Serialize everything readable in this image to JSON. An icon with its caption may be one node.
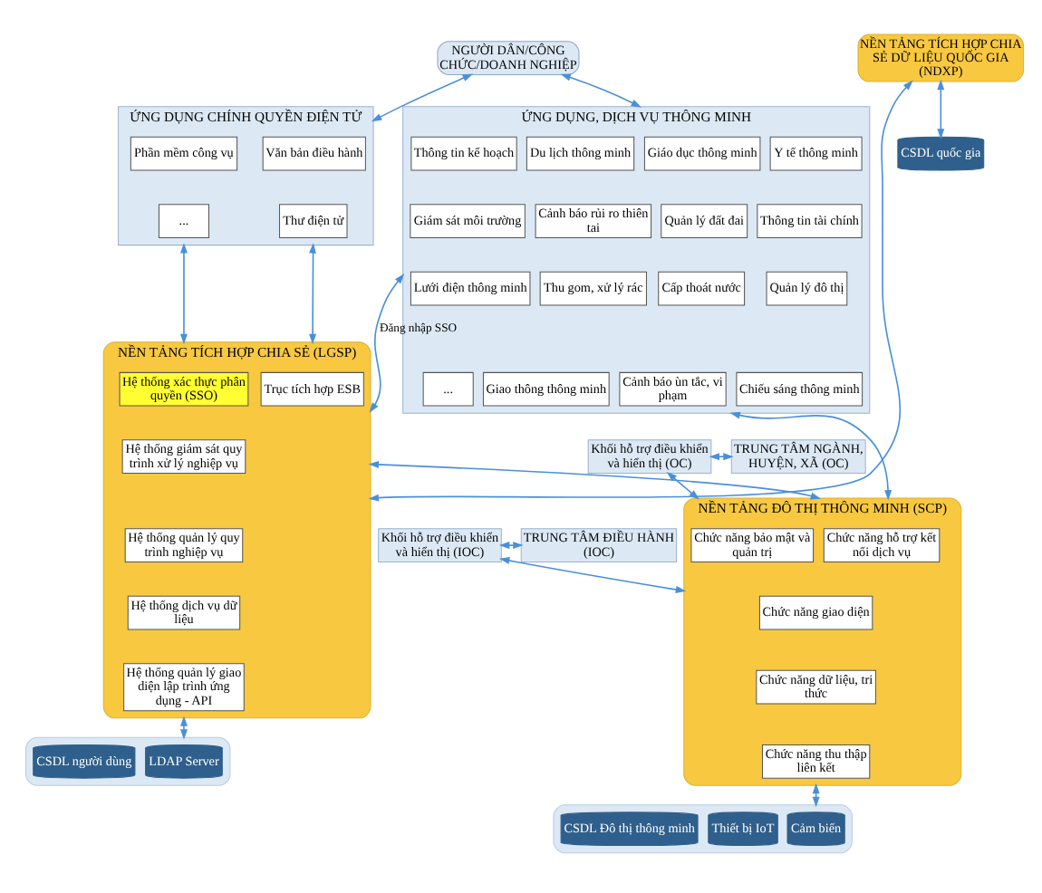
{
  "diagram": {
    "nodes": [
      {
        "text": [
          "NGƯỜI DÂN/CÔNG CHỨC/DOANH NGHIỆP"
        ]
      },
      {
        "text": [
          "ỨNG DỤNG, DỊCH VỤ THÔNG MINH"
        ]
      },
      {
        "text": [
          "Y tế thông minh"
        ],
        "in": 1
      },
      {
        "text": [
          "Giáo dục thông minh"
        ],
        "in": 1
      },
      {
        "text": [
          "Du lịch thông minh"
        ],
        "in": 1
      },
      {
        "text": [
          "Thông tin kế hoạch"
        ],
        "in": 1
      },
      {
        "text": [
          "Thông tin tài chính"
        ],
        "in": 1
      },
      {
        "text": [
          "Quản lý đất đai"
        ],
        "in": 1
      },
      {
        "text": [
          "Cảnh báo rủi ro thiên tai"
        ],
        "in": 1
      },
      {
        "text": [
          "Giám sát môi trường"
        ],
        "in": 1
      },
      {
        "text": [
          "Quản lý đô thị"
        ],
        "in": 1
      },
      {
        "text": [
          "Cấp thoát nước"
        ],
        "in": 1
      },
      {
        "text": [
          "Thu gom, xử lý rác"
        ],
        "in": 1
      },
      {
        "text": [
          "Lưới điện thông minh"
        ],
        "in": 1
      },
      {
        "text": [
          "Chiếu sáng thông minh"
        ],
        "in": 1
      },
      {
        "text": [
          "Cảnh báo ùn tắc, vi phạm"
        ],
        "in": 1
      },
      {
        "text": [
          "Giao thông thông minh"
        ],
        "in": 1
      },
      {
        "text": [
          "..."
        ],
        "in": 1
      },
      {
        "text": [
          "ỨNG DỤNG CHÍNH QUYỀN ĐIỆN TỬ"
        ]
      },
      {
        "text": [
          "Văn bản điều hành"
        ],
        "in": 18
      },
      {
        "text": [
          "Phần mềm công vụ"
        ],
        "in": 18
      },
      {
        "text": [
          "Thư điện tử"
        ],
        "in": 18
      },
      {
        "text": [
          "..."
        ],
        "in": 18
      },
      {
        "text": [
          "TRUNG TÂM NGÀNH, HUYỆN, XÃ (OC)"
        ]
      },
      {
        "text": [
          "Khối hỗ trợ điều khiển và hiển thị (OC)"
        ]
      },
      {
        "text": [
          "TRUNG TÂM ĐIỀU HÀNH (IOC)"
        ]
      },
      {
        "text": [
          "Khối hỗ trợ điều khiển và hiển thị (IOC)"
        ]
      },
      {
        "text": [
          "NỀN TẢNG ĐÔ THỊ THÔNG MINH (SCP)"
        ]
      },
      {
        "text": [
          "Chức năng bảo mật và quản trị"
        ],
        "in": 27
      },
      {
        "text": [
          "Chức năng hỗ trợ kết nối dịch vụ"
        ],
        "in": 27
      },
      {
        "text": [
          "Chức năng giao diện"
        ],
        "in": 27
      },
      {
        "text": [
          "Chức năng dữ liệu, tri thức"
        ],
        "in": 27
      },
      {
        "text": [
          "Chức năng thu thập liên kết"
        ],
        "in": 27
      },
      {
        "text": [
          "NỀN TẢNG TÍCH HỢP CHIA SẺ (LGSP)"
        ]
      },
      {
        "text": [
          "Trục tích hợp ESB"
        ],
        "in": 33
      },
      {
        "text": [
          "Hệ thống xác thực phân quyền (SSO)"
        ],
        "in": 33
      },
      {
        "text": [
          "Hệ thống giám sát quy trình xử lý nghiệp vụ"
        ],
        "in": 33
      },
      {
        "text": [
          "Hệ thống quản lý quy trình nghiệp vụ"
        ],
        "in": 33
      },
      {
        "text": [
          "Hệ thống dịch vụ dữ liệu"
        ],
        "in": 33
      },
      {
        "text": [
          "Hệ thống quản lý giao diện lập trình ứng dụng - API"
        ],
        "in": 33
      },
      {
        "text": [
          "NỀN TẢNG TÍCH HỢP CHIA SẺ DỮ LIỆU QUỐC GIA (NDXP)"
        ]
      },
      {
        "text": [],
        "shape": "box"
      },
      {
        "text": [
          "Cảm biến"
        ],
        "in": 41
      },
      {
        "text": [
          "Thiết bị IoT"
        ],
        "in": 41
      },
      {
        "text": [
          "CSDL Đô thị thông minh"
        ],
        "in": 41
      },
      {
        "text": [],
        "shape": "box"
      },
      {
        "text": [
          "LDAP Server"
        ],
        "in": 45
      },
      {
        "text": [
          "CSDL người dùng"
        ],
        "in": 45
      },
      {
        "text": [
          "CSDL quốc gia"
        ]
      }
    ],
    "edges": [
      {
        "from": 0,
        "to": 1,
        "arrow": "both"
      },
      {
        "from": 0,
        "to": 18,
        "arrow": "both"
      },
      {
        "from": 1,
        "to": 27,
        "arrow": "both"
      },
      {
        "from": 18,
        "to": 33,
        "arrow": "both"
      },
      {
        "from": 33,
        "to": 1,
        "arrow": "both",
        "label": "Đăng nhập SSO"
      },
      {
        "from": 33,
        "to": 18,
        "arrow": "both"
      },
      {
        "from": 23,
        "to": 24,
        "arrow": "both"
      },
      {
        "from": 24,
        "to": 27,
        "arrow": "both"
      },
      {
        "from": 25,
        "to": 26,
        "arrow": "both"
      },
      {
        "from": 26,
        "to": 27,
        "arrow": "both"
      },
      {
        "from": 27,
        "to": 33,
        "arrow": "both"
      },
      {
        "from": 33,
        "to": 40,
        "arrow": "both"
      },
      {
        "from": 27,
        "to": 41,
        "arrow": "both"
      },
      {
        "from": 33,
        "to": 45,
        "arrow": "both"
      },
      {
        "from": 40,
        "to": 48,
        "arrow": "both"
      }
    ]
  }
}
